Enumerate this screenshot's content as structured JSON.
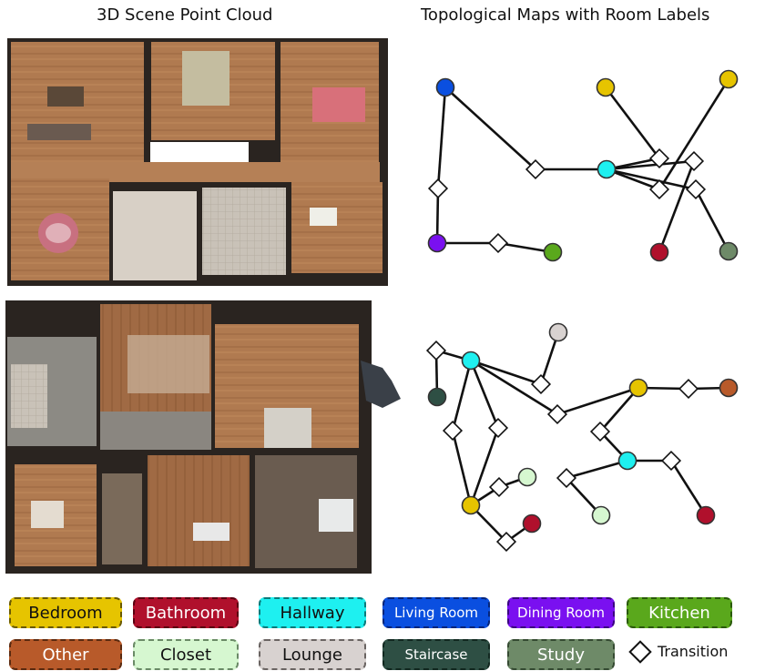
{
  "titles": {
    "left": "3D Scene Point Cloud",
    "right": "Topological Maps with Room Labels"
  },
  "room_colors": {
    "Bedroom": "#e6c400",
    "Bathroom": "#b0102c",
    "Hallway": "#1ef0f0",
    "Living Room": "#0a4fe0",
    "Dining Room": "#7a10f0",
    "Kitchen": "#5aa81c",
    "Other": "#b85a2a",
    "Closet": "#d6f7d0",
    "Lounge": "#d8d2d0",
    "Staircase": "#2e4f44",
    "Study": "#6e8a68"
  },
  "legend": [
    {
      "label": "Bedroom",
      "bg": "#e6c400",
      "fg": "#111111",
      "border": "#6a5a00"
    },
    {
      "label": "Bathroom",
      "bg": "#b0102c",
      "fg": "#ffffff",
      "border": "#5a0010"
    },
    {
      "label": "Hallway",
      "bg": "#1ef0f0",
      "fg": "#111111",
      "border": "#0a7a7a"
    },
    {
      "label": "Living Room",
      "bg": "#0a4fe0",
      "fg": "#ffffff",
      "border": "#05257a"
    },
    {
      "label": "Dining Room",
      "bg": "#7a10f0",
      "fg": "#ffffff",
      "border": "#3a0580"
    },
    {
      "label": "Kitchen",
      "bg": "#5aa81c",
      "fg": "#ffffff",
      "border": "#2a5a0a"
    },
    {
      "label": "Other",
      "bg": "#b85a2a",
      "fg": "#ffffff",
      "border": "#5a2a10"
    },
    {
      "label": "Closet",
      "bg": "#d6f7d0",
      "fg": "#111111",
      "border": "#6a8a66"
    },
    {
      "label": "Lounge",
      "bg": "#d8d2d0",
      "fg": "#111111",
      "border": "#6a6462"
    },
    {
      "label": "Staircase",
      "bg": "#2e4f44",
      "fg": "#ffffff",
      "border": "#122820"
    },
    {
      "label": "Study",
      "bg": "#6e8a68",
      "fg": "#ffffff",
      "border": "#354a32"
    }
  ],
  "transition_label": "Transition",
  "graphs": [
    {
      "nodes": [
        {
          "id": "living",
          "room": "Living Room"
        },
        {
          "id": "t1",
          "room": "Transition"
        },
        {
          "id": "dining",
          "room": "Dining Room"
        },
        {
          "id": "t2",
          "room": "Transition"
        },
        {
          "id": "kitchen",
          "room": "Kitchen"
        },
        {
          "id": "t3",
          "room": "Transition"
        },
        {
          "id": "hall",
          "room": "Hallway"
        },
        {
          "id": "t4",
          "room": "Transition"
        },
        {
          "id": "bed1",
          "room": "Bedroom"
        },
        {
          "id": "t5",
          "room": "Transition"
        },
        {
          "id": "bed2",
          "room": "Bedroom"
        },
        {
          "id": "t6",
          "room": "Transition"
        },
        {
          "id": "bath",
          "room": "Bathroom"
        },
        {
          "id": "t7",
          "room": "Transition"
        },
        {
          "id": "study",
          "room": "Study"
        }
      ],
      "edges": [
        [
          "living",
          "t1"
        ],
        [
          "t1",
          "dining"
        ],
        [
          "dining",
          "t2"
        ],
        [
          "t2",
          "kitchen"
        ],
        [
          "living",
          "t3"
        ],
        [
          "t3",
          "hall"
        ],
        [
          "hall",
          "t4"
        ],
        [
          "t4",
          "bed1"
        ],
        [
          "hall",
          "t5"
        ],
        [
          "t5",
          "bed2"
        ],
        [
          "hall",
          "t6"
        ],
        [
          "t6",
          "bath"
        ],
        [
          "hall",
          "t7"
        ],
        [
          "t7",
          "study"
        ]
      ]
    },
    {
      "nodes": [
        {
          "id": "hallA",
          "room": "Hallway"
        },
        {
          "id": "u1",
          "room": "Transition"
        },
        {
          "id": "stair",
          "room": "Staircase"
        },
        {
          "id": "u2",
          "room": "Transition"
        },
        {
          "id": "u3",
          "room": "Transition"
        },
        {
          "id": "bedA",
          "room": "Bedroom"
        },
        {
          "id": "u4",
          "room": "Transition"
        },
        {
          "id": "closetA",
          "room": "Closet"
        },
        {
          "id": "u5",
          "room": "Transition"
        },
        {
          "id": "bathA",
          "room": "Bathroom"
        },
        {
          "id": "u6",
          "room": "Transition"
        },
        {
          "id": "lounge",
          "room": "Lounge"
        },
        {
          "id": "u7",
          "room": "Transition"
        },
        {
          "id": "bedB",
          "room": "Bedroom"
        },
        {
          "id": "u8",
          "room": "Transition"
        },
        {
          "id": "other",
          "room": "Other"
        },
        {
          "id": "u9",
          "room": "Transition"
        },
        {
          "id": "hallB",
          "room": "Hallway"
        },
        {
          "id": "u10",
          "room": "Transition"
        },
        {
          "id": "closetB",
          "room": "Closet"
        },
        {
          "id": "u11",
          "room": "Transition"
        },
        {
          "id": "bathB",
          "room": "Bathroom"
        }
      ],
      "edges": [
        [
          "hallA",
          "u1"
        ],
        [
          "u1",
          "stair"
        ],
        [
          "hallA",
          "u2"
        ],
        [
          "u2",
          "bedA"
        ],
        [
          "hallA",
          "u3"
        ],
        [
          "u3",
          "bedA"
        ],
        [
          "bedA",
          "u4"
        ],
        [
          "u4",
          "closetA"
        ],
        [
          "bedA",
          "u5"
        ],
        [
          "u5",
          "bathA"
        ],
        [
          "hallA",
          "u6"
        ],
        [
          "u6",
          "lounge"
        ],
        [
          "hallA",
          "u7"
        ],
        [
          "u7",
          "bedB"
        ],
        [
          "bedB",
          "u8"
        ],
        [
          "u8",
          "other"
        ],
        [
          "bedB",
          "u9"
        ],
        [
          "u9",
          "hallB"
        ],
        [
          "hallB",
          "u10"
        ],
        [
          "u10",
          "closetB"
        ],
        [
          "hallB",
          "u11"
        ],
        [
          "u11",
          "bathB"
        ]
      ]
    }
  ]
}
